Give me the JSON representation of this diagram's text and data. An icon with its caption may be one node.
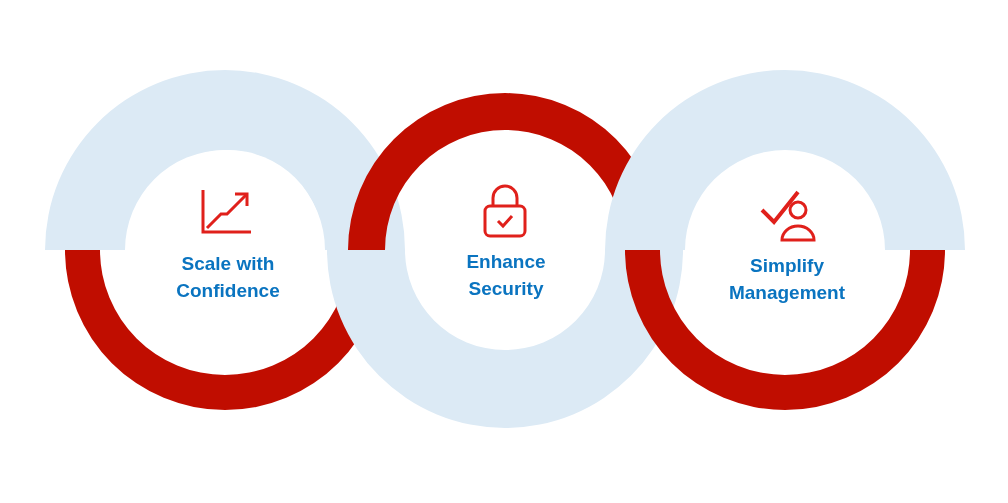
{
  "diagram": {
    "nodes": [
      {
        "text": [
          "Scale with Confidence"
        ]
      },
      {
        "text": [
          "Enhance Security"
        ]
      },
      {
        "text": [
          "Simplify Management"
        ]
      }
    ]
  }
}
